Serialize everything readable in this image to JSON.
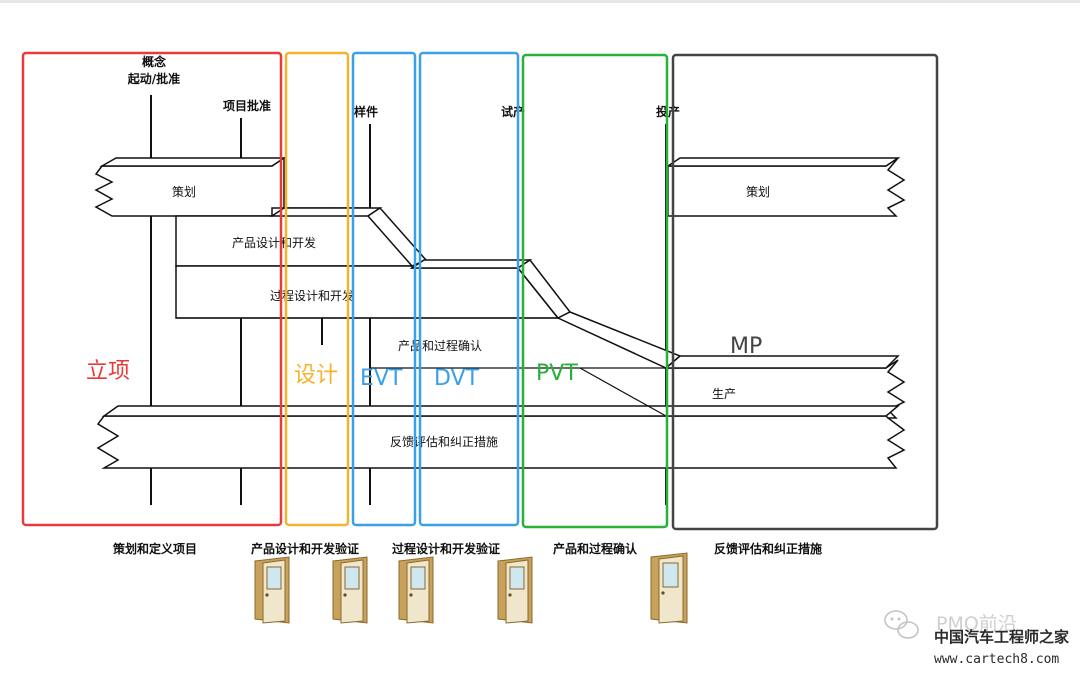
{
  "milestones": {
    "concept": "概念",
    "kickoff": "起动/批准",
    "project_approval": "项目批准",
    "prototype": "样件",
    "pilot": "试产",
    "launch": "投产"
  },
  "bands": {
    "planning_left": "策划",
    "product_design": "产品设计和开发",
    "process_design": "过程设计和开发",
    "validation": "产品和过程确认",
    "production": "生产",
    "feedback": "反馈评估和纠正措施",
    "planning_right": "策划"
  },
  "phases": [
    {
      "label": "立项",
      "color": "#e83a3a"
    },
    {
      "label": "设计",
      "color": "#f3b32a"
    },
    {
      "label": "EVT",
      "color": "#3aa0e8"
    },
    {
      "label": "DVT",
      "color": "#3aa0e8"
    },
    {
      "label": "PVT",
      "color": "#27b03a"
    },
    {
      "label": "MP",
      "color": "#444444"
    }
  ],
  "bottom_labels": [
    "策划和定义项目",
    "产品设计和开发验证",
    "过程设计和开发验证",
    "产品和过程确认",
    "反馈评估和纠正措施"
  ],
  "watermark": {
    "brand": "PMO前沿",
    "site_name": "中国汽车工程师之家",
    "url": "www.cartech8.com"
  }
}
